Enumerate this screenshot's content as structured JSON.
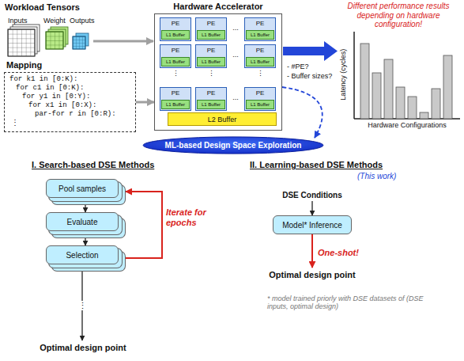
{
  "diagram": {
    "nodes": [
      {
        "text": [
          "Mapping",
          "for k1 in [0:K):",
          "for c1 in [0:K):",
          "for y1 in [0:Y):",
          "for x1 in [0:X):",
          "par-for r in [0:R):"
        ]
      },
      {
        "text": [
          "Hardware Accelerator"
        ]
      },
      {
        "text": [
          "PE"
        ],
        "in": 1
      },
      {
        "text": [
          "L1 Buffer"
        ],
        "in": 2
      },
      {
        "text": [
          "PE"
        ],
        "in": 1
      },
      {
        "text": [
          "L1 Buffer"
        ],
        "in": 4
      },
      {
        "text": [
          "PE"
        ],
        "in": 1
      },
      {
        "text": [
          "L1 Buffer"
        ],
        "in": 6
      },
      {
        "text": [
          "PE"
        ],
        "in": 1
      },
      {
        "text": [
          "L1 Buffer"
        ],
        "in": 8
      },
      {
        "text": [
          "PE"
        ],
        "in": 1
      },
      {
        "text": [
          "L1 Buffer"
        ],
        "in": 10
      },
      {
        "text": [
          "PE"
        ],
        "in": 1
      },
      {
        "text": [
          "L1 Buffer"
        ],
        "in": 12
      },
      {
        "text": [
          "PE"
        ],
        "in": 1
      },
      {
        "text": [
          "L1 Buffer"
        ],
        "in": 14
      },
      {
        "text": [
          "PE"
        ],
        "in": 1
      },
      {
        "text": [
          "L1 Buffer"
        ],
        "in": 16
      },
      {
        "text": [
          "PE"
        ],
        "in": 1
      },
      {
        "text": [
          "L1 Buffer"
        ],
        "in": 18
      },
      {
        "text": [
          "L2 Buffer"
        ],
        "in": 1
      },
      {
        "text": [
          "ML-based Design Space Exploration"
        ]
      },
      {
        "text": [
          "Pool samples"
        ]
      },
      {
        "text": [
          "Evaluate"
        ]
      },
      {
        "text": [
          "Selection"
        ]
      },
      {
        "text": [
          "Optimal design point"
        ]
      },
      {
        "text": [
          "DSE Conditions"
        ]
      },
      {
        "text": [
          "Model* Inference"
        ]
      },
      {
        "text": [
          "Optimal design point"
        ]
      }
    ],
    "edges": [
      {
        "from": 0,
        "to": 1,
        "arrow": "to"
      },
      {
        "from": 1,
        "to": 21,
        "arrow": "to"
      },
      {
        "from": 22,
        "to": 23,
        "arrow": "to"
      },
      {
        "from": 23,
        "to": 24,
        "arrow": "to"
      },
      {
        "from": 24,
        "to": 25,
        "arrow": "to",
        "label": "⋮"
      },
      {
        "from": 24,
        "to": 22,
        "arrow": "to"
      },
      {
        "from": 26,
        "to": 27,
        "arrow": "to"
      },
      {
        "from": 27,
        "to": 28,
        "arrow": "to"
      }
    ],
    "labels": [
      "Workload Tensors",
      "Inputs",
      "Weight",
      "Outputs",
      "⋮",
      "...",
      "...",
      "...",
      "⋮",
      "⋮",
      "⋮",
      "- #PE?",
      "- Buffer sizes?",
      "Different performance results depending on hardware configuration!",
      "Latency (cycles)",
      "Hardware Configurations",
      "I. Search-based DSE Methods",
      "Iterate for epochs",
      "II. Learning-based DSE Methods",
      "(This work)",
      "One-shot!",
      "* model trained priorly with DSE datasets of (DSE inputs, optimal design)"
    ]
  }
}
